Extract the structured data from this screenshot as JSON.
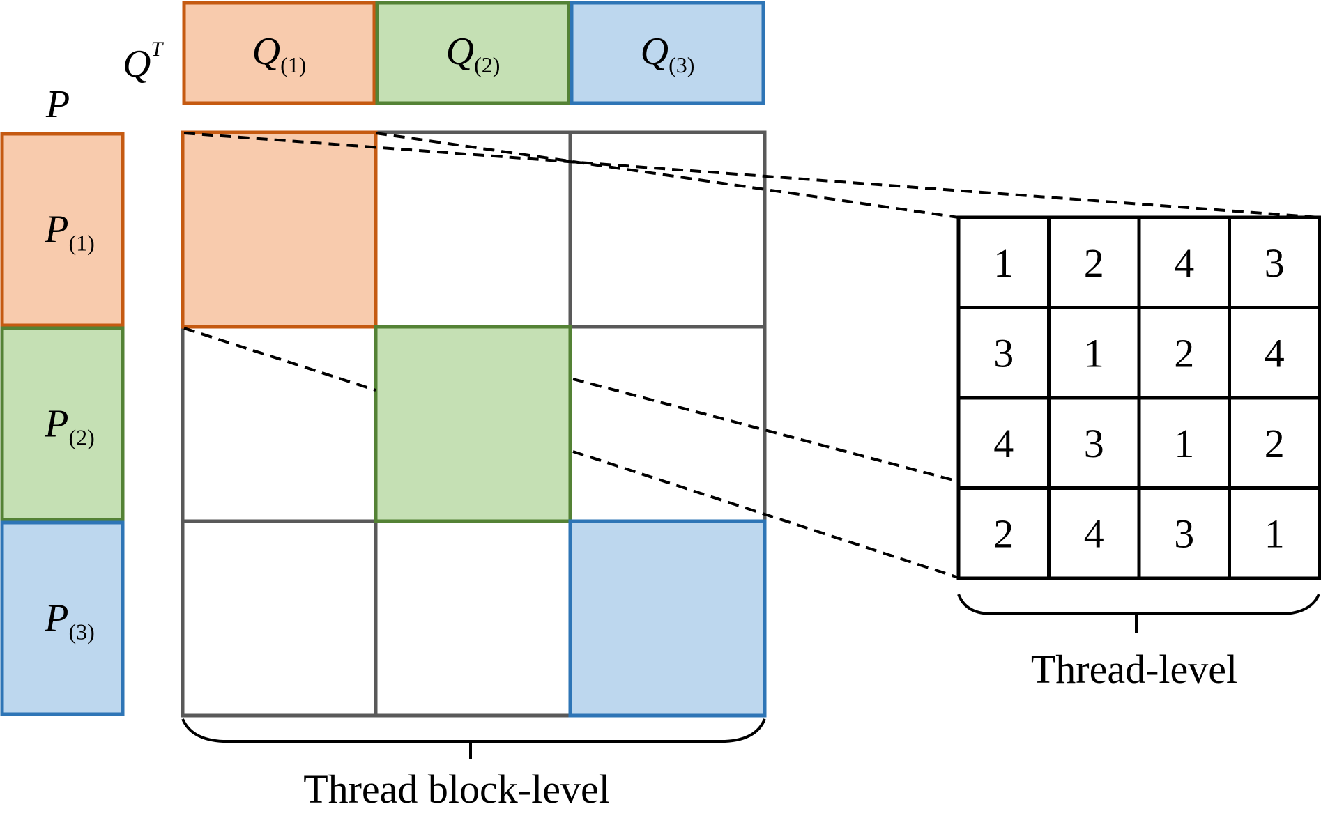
{
  "labels": {
    "q_transpose": "Q",
    "q_transpose_sup": "T",
    "p": "P",
    "thread_block_level": "Thread block-level",
    "thread_level": "Thread-level"
  },
  "q_blocks": [
    {
      "base": "Q",
      "sub": "(1)",
      "fill": "#f8cbad",
      "stroke": "#c55a11"
    },
    {
      "base": "Q",
      "sub": "(2)",
      "fill": "#c5e0b4",
      "stroke": "#548235"
    },
    {
      "base": "Q",
      "sub": "(3)",
      "fill": "#bdd7ee",
      "stroke": "#2e75b6"
    }
  ],
  "p_blocks": [
    {
      "base": "P",
      "sub": "(1)",
      "fill": "#f8cbad",
      "stroke": "#c55a11"
    },
    {
      "base": "P",
      "sub": "(2)",
      "fill": "#c5e0b4",
      "stroke": "#548235"
    },
    {
      "base": "P",
      "sub": "(3)",
      "fill": "#bdd7ee",
      "stroke": "#2e75b6"
    }
  ],
  "grid_color": "#595959",
  "thread_grid": [
    [
      "1",
      "2",
      "4",
      "3"
    ],
    [
      "3",
      "1",
      "2",
      "4"
    ],
    [
      "4",
      "3",
      "1",
      "2"
    ],
    [
      "2",
      "4",
      "3",
      "1"
    ]
  ]
}
